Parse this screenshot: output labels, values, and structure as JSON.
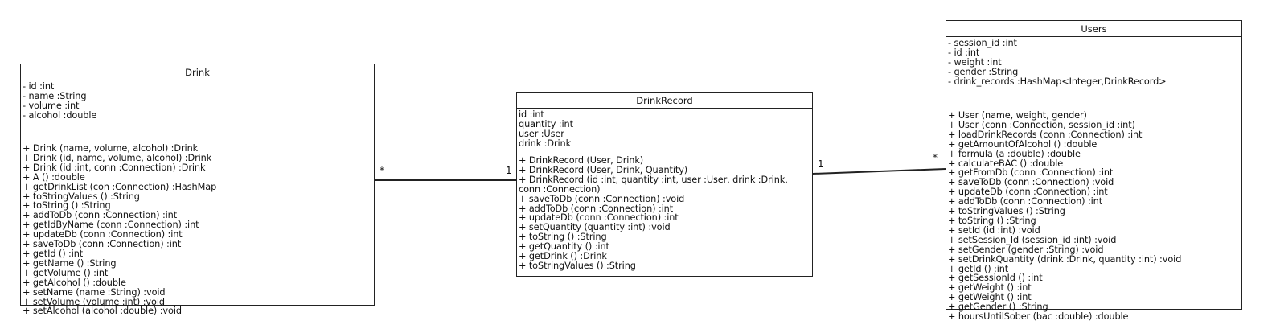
{
  "classes": {
    "drink": {
      "name": "Drink",
      "attributes": [
        "- id :int",
        "- name :String",
        "- volume :int",
        "- alcohol :double"
      ],
      "methods": [
        "+ Drink (name, volume, alcohol) :Drink",
        "+ Drink (id, name, volume, alcohol) :Drink",
        "+ Drink (id :int, conn :Connection) :Drink",
        "+ A () :double",
        "+ getDrinkList (con :Connection) :HashMap",
        "+ toStringValues () :String",
        "+ toString () :String",
        "+ addToDb (conn :Connection) :int",
        "+ getIdByName (conn :Connection) :int",
        "+ updateDb (conn :Connection) :int",
        "+ saveToDb (conn :Connection) :int",
        "+ getId () :int",
        "+ getName () :String",
        "+ getVolume () :int",
        "+ getAlcohol () :double",
        "+ setName (name :String) :void",
        "+ setVolume (volume :int) :void",
        "+ setAlcohol (alcohol :double) :void"
      ]
    },
    "drink_record": {
      "name": "DrinkRecord",
      "attributes": [
        "id :int",
        "quantity :int",
        "user :User",
        "drink :Drink"
      ],
      "methods": [
        "+ DrinkRecord (User, Drink)",
        "+ DrinkRecord (User, Drink, Quantity)",
        "+ DrinkRecord (id :int, quantity :int, user :User, drink :Drink, conn :Connection)",
        "+ saveToDb (conn :Connection) :void",
        "+ addToDb (conn :Connection) :int",
        "+ updateDb (conn :Connection) :int",
        "+ setQuantity (quantity :int) :void",
        "+ toString () :String",
        "+ getQuantity () :int",
        "+ getDrink () :Drink",
        "+ toStringValues () :String"
      ]
    },
    "users": {
      "name": "Users",
      "attributes": [
        "- session_id :int",
        "- id :int",
        "- weight :int",
        "- gender :String",
        "- drink_records :HashMap<Integer,DrinkRecord>"
      ],
      "methods": [
        "+ User (name, weight, gender)",
        "+ User (conn :Connection, session_id :int)",
        "+ loadDrinkRecords (conn :Connection) :int",
        "+ getAmountOfAlcohol () :double",
        "+ formula (a :double) :double",
        "+ calculateBAC () :double",
        "+ getFromDb (conn :Connection) :int",
        "+ saveToDb (conn :Connection) :void",
        "+ updateDb (conn :Connection) :int",
        "+ addToDb (conn :Connection) :int",
        "+ toStringValues () :String",
        "+ toString () :String",
        "+ setId (id :int) :void",
        "+ setSession_Id (session_id :int) :void",
        "+ setGender (gender :String) :void",
        "+ setDrinkQuantity (drink :Drink, quantity :int) :void",
        "+ getId () :int",
        "+ getSessionId () :int",
        "+ getWeight () :int",
        "+ getWeight () :int",
        "+ getGender () :String",
        "+ hoursUntilSober (bac :double) :double"
      ]
    }
  },
  "associations": [
    {
      "from": "Drink",
      "to": "DrinkRecord",
      "from_multiplicity": "*",
      "to_multiplicity": "1"
    },
    {
      "from": "DrinkRecord",
      "to": "Users",
      "from_multiplicity": "1",
      "to_multiplicity": "*"
    }
  ],
  "colors": {
    "line": "#222222",
    "background": "#ffffff",
    "text": "#111111"
  }
}
